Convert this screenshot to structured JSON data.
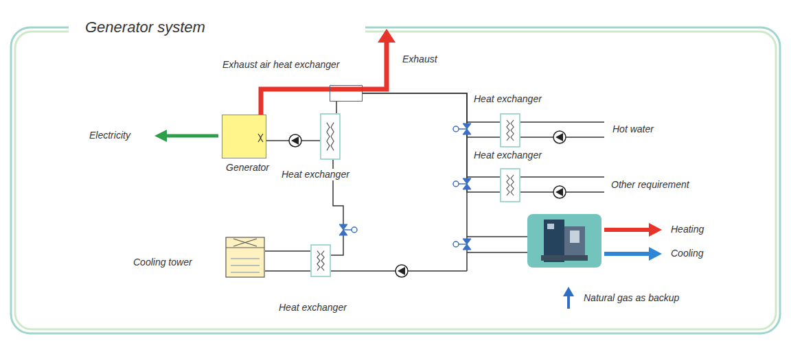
{
  "diagram": {
    "title": "Generator system",
    "nodes": [
      {
        "text": [
          "Exhaust air heat exchanger"
        ]
      },
      {
        "text": [
          "Heat exchanger"
        ]
      },
      {
        "text": [
          "Generator"
        ]
      },
      {
        "text": [
          "Heat exchanger"
        ]
      },
      {
        "text": [
          "Heat exchanger"
        ]
      },
      {
        "text": [
          "Cooling tower"
        ]
      },
      {
        "text": [
          "Heat exchanger"
        ]
      }
    ],
    "edges": [
      {
        "from": 2,
        "to": 3,
        "arrow": "none"
      },
      {
        "from": 3,
        "to": 0,
        "arrow": "none"
      },
      {
        "from": 0,
        "to": 1,
        "arrow": "none"
      },
      {
        "from": 0,
        "to": 4,
        "arrow": "none"
      },
      {
        "from": 5,
        "to": 6,
        "arrow": "none"
      },
      {
        "from": 3,
        "to": 6,
        "arrow": "none"
      }
    ],
    "labels": [
      "Exhaust",
      "Electricity",
      "Hot water",
      "Other requirement",
      "Heating",
      "Cooling",
      "Natural gas as backup"
    ]
  }
}
